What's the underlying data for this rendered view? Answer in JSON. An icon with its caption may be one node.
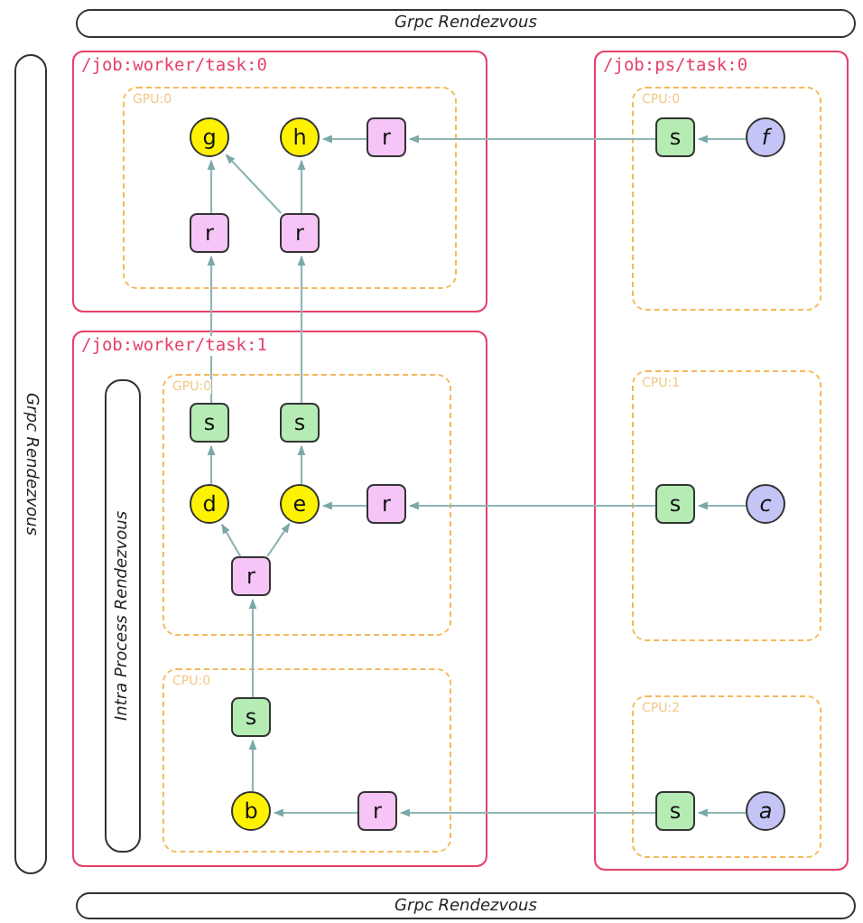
{
  "diagram": {
    "nodes": [
      {
        "text": [
          "Grpc Rendezvous"
        ]
      },
      {
        "text": [
          "Grpc Rendezvous"
        ]
      },
      {
        "text": [
          "/job:worker/task:0"
        ]
      },
      {
        "text": [
          "GPU:0"
        ],
        "in": 2
      },
      {
        "text": [
          "g"
        ],
        "in": 3
      },
      {
        "text": [
          "h"
        ],
        "in": 3
      },
      {
        "text": [
          "r"
        ],
        "in": 3
      },
      {
        "text": [
          "r"
        ],
        "in": 3
      },
      {
        "text": [
          "r"
        ],
        "in": 3
      },
      {
        "text": [
          "/job:ps/task:0"
        ]
      },
      {
        "text": [
          "CPU:0"
        ],
        "in": 9
      },
      {
        "text": [
          "s"
        ],
        "in": 10
      },
      {
        "text": [
          "f"
        ],
        "in": 10
      },
      {
        "text": [
          "CPU:1"
        ],
        "in": 9
      },
      {
        "text": [
          "s"
        ],
        "in": 13
      },
      {
        "text": [
          "c"
        ],
        "in": 13
      },
      {
        "text": [
          "CPU:2"
        ],
        "in": 9
      },
      {
        "text": [
          "s"
        ],
        "in": 16
      },
      {
        "text": [
          "a"
        ],
        "in": 16
      },
      {
        "text": [
          "/job:worker/task:1"
        ]
      },
      {
        "text": [
          "Intra Process Rendezvous"
        ],
        "in": 19
      },
      {
        "text": [
          "GPU:0"
        ],
        "in": 19
      },
      {
        "text": [
          "s"
        ],
        "in": 21
      },
      {
        "text": [
          "s"
        ],
        "in": 21
      },
      {
        "text": [
          "d"
        ],
        "in": 21
      },
      {
        "text": [
          "e"
        ],
        "in": 21
      },
      {
        "text": [
          "r"
        ],
        "in": 21
      },
      {
        "text": [
          "r"
        ],
        "in": 21
      },
      {
        "text": [
          "CPU:0"
        ],
        "in": 19
      },
      {
        "text": [
          "s"
        ],
        "in": 28
      },
      {
        "text": [
          "b"
        ],
        "in": 28
      },
      {
        "text": [
          "r"
        ],
        "in": 28
      },
      {
        "text": [
          "Grpc Rendezvous"
        ]
      }
    ],
    "edges": [
      {
        "from": 12,
        "to": 11,
        "arrow": "to"
      },
      {
        "from": 11,
        "to": 6,
        "arrow": "to"
      },
      {
        "from": 6,
        "to": 5,
        "arrow": "to"
      },
      {
        "from": 7,
        "to": 4,
        "arrow": "to"
      },
      {
        "from": 8,
        "to": 4,
        "arrow": "to"
      },
      {
        "from": 8,
        "to": 5,
        "arrow": "to"
      },
      {
        "from": 22,
        "to": 7,
        "arrow": "to"
      },
      {
        "from": 23,
        "to": 8,
        "arrow": "to"
      },
      {
        "from": 24,
        "to": 22,
        "arrow": "to"
      },
      {
        "from": 25,
        "to": 23,
        "arrow": "to"
      },
      {
        "from": 27,
        "to": 24,
        "arrow": "to"
      },
      {
        "from": 27,
        "to": 25,
        "arrow": "to"
      },
      {
        "from": 26,
        "to": 25,
        "arrow": "to"
      },
      {
        "from": 15,
        "to": 14,
        "arrow": "to"
      },
      {
        "from": 14,
        "to": 26,
        "arrow": "to"
      },
      {
        "from": 29,
        "to": 27,
        "arrow": "to"
      },
      {
        "from": 30,
        "to": 29,
        "arrow": "to"
      },
      {
        "from": 31,
        "to": 30,
        "arrow": "to"
      },
      {
        "from": 18,
        "to": 17,
        "arrow": "to"
      },
      {
        "from": 17,
        "to": 31,
        "arrow": "to"
      }
    ]
  }
}
